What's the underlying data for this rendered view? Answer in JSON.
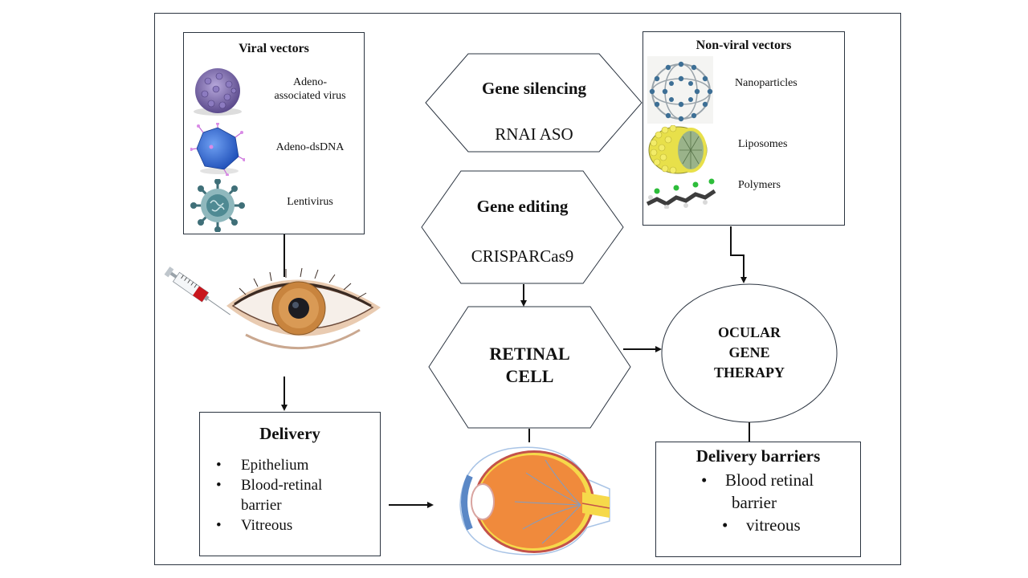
{
  "viral_vectors": {
    "title": "Viral vectors",
    "items": [
      {
        "label": "Adeno-associated virus",
        "line1": "Adeno-",
        "line2": "associated virus",
        "icon": "aav-capsid-icon"
      },
      {
        "label": "Adeno-dsDNA",
        "icon": "adenovirus-icon"
      },
      {
        "label": "Lentivirus",
        "icon": "lentivirus-icon"
      }
    ]
  },
  "non_viral_vectors": {
    "title": "Non-viral vectors",
    "items": [
      {
        "label": "Nanoparticles",
        "icon": "nanoparticle-icon"
      },
      {
        "label": "Liposomes",
        "icon": "liposome-icon"
      },
      {
        "label": "Polymers",
        "icon": "polymer-chain-icon"
      }
    ]
  },
  "gene_silencing": {
    "title": "Gene silencing",
    "subtitle": "RNAI ASO"
  },
  "gene_editing": {
    "title": "Gene editing",
    "subtitle": "CRISPARCas9"
  },
  "retinal_cell": {
    "line1": "RETINAL",
    "line2": "CELL"
  },
  "ocular_gene_therapy": {
    "line1": "OCULAR",
    "line2": "GENE",
    "line3": "THERAPY"
  },
  "delivery": {
    "title": "Delivery",
    "bullets": [
      "Epithelium",
      "Blood-retinal barrier",
      "Vitreous"
    ],
    "bullet_lines": [
      [
        "Epithelium"
      ],
      [
        "Blood-retinal",
        "barrier"
      ],
      [
        "Vitreous"
      ]
    ]
  },
  "delivery_barriers": {
    "title": "Delivery barriers",
    "bullets": [
      "Blood retinal barrier",
      "vitreous"
    ],
    "bullet_lines": [
      [
        "Blood retinal",
        "barrier"
      ],
      [
        "vitreous"
      ]
    ]
  },
  "illustrations": {
    "eye_injection": "eye-with-syringe-illustration",
    "eye_anatomy": "eye-cross-section-illustration"
  },
  "colors": {
    "border": "#2b3440",
    "connector": "#111111",
    "iris": "#c8843e",
    "aav": "#7b6aa8",
    "adeno": "#3a6fd6",
    "lenti": "#4f8a93",
    "nanoparticle": "#3d6f95",
    "liposome": "#e8e04a",
    "eye_orange": "#f08a3c"
  }
}
